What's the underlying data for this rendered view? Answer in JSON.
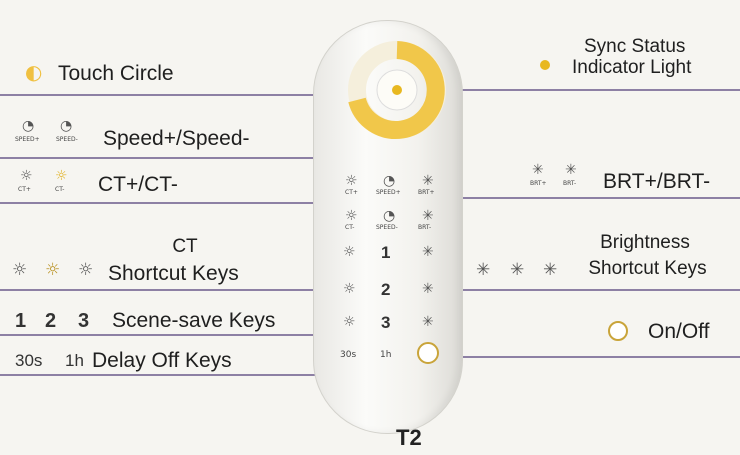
{
  "labels": {
    "touch_circle": "Touch  Circle",
    "sync_status_1": "Sync Status",
    "sync_status_2": "Indicator Light",
    "speed": "Speed+/Speed-",
    "ct": "CT+/CT-",
    "brt": "BRT+/BRT-",
    "ct_shortcut_1": "CT",
    "ct_shortcut_2": "Shortcut Keys",
    "brightness_shortcut_1": "Brightness",
    "brightness_shortcut_2": "Shortcut Keys",
    "scene_save": "Scene-save Keys",
    "delay_off": "Delay Off Keys",
    "on_off": "On/Off"
  },
  "icons": {
    "speed_plus": "SPEED+",
    "speed_minus": "SPEED-",
    "ct_plus": "CT+",
    "ct_minus": "CT-",
    "brt_plus": "BRT+",
    "brt_minus": "BRT-",
    "scene_1": "1",
    "scene_2": "2",
    "scene_3": "3",
    "delay_30s": "30s",
    "delay_1h": "1h"
  },
  "model": "T2",
  "colors": {
    "line": "#6a5a8a",
    "indicator": "#e8b820",
    "ring_warm": "#f3c63a"
  }
}
